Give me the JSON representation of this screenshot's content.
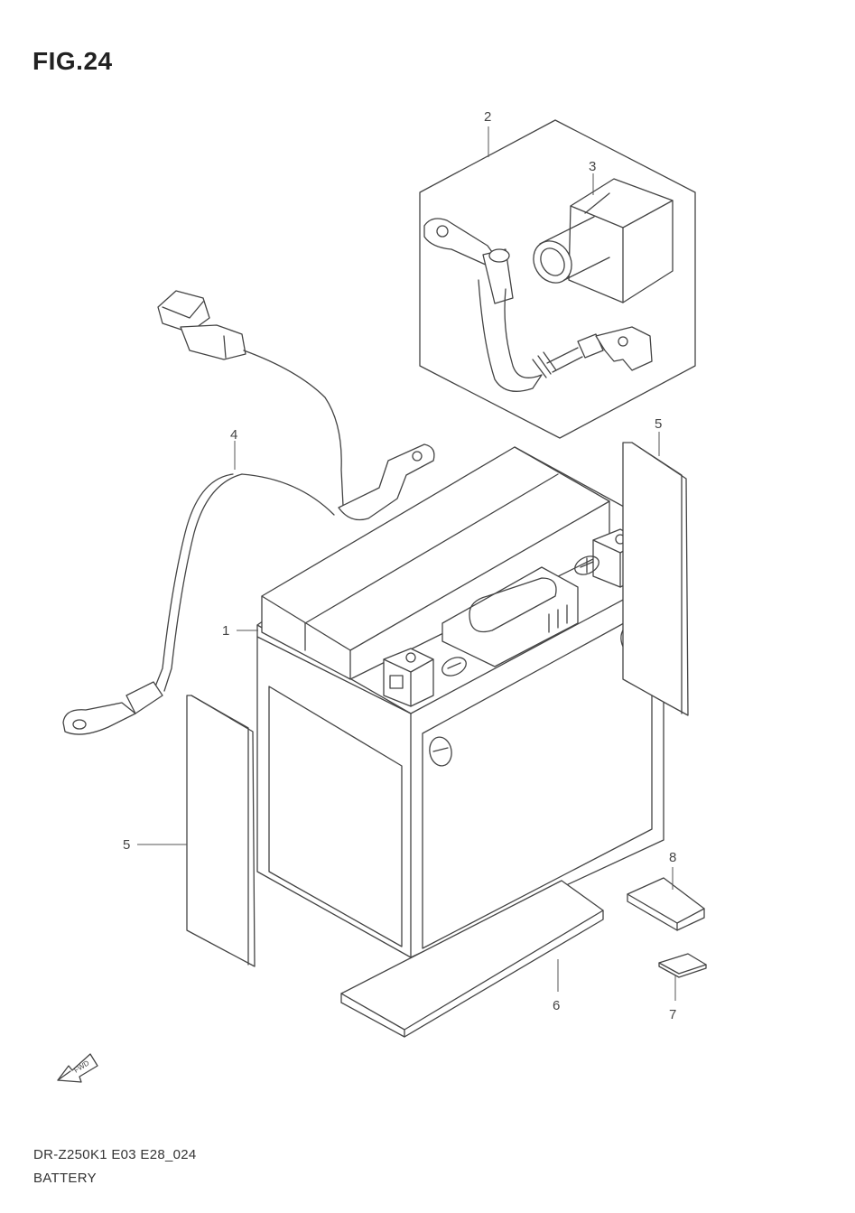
{
  "figure_title": "FIG.24",
  "footer": {
    "model_code": "DR-Z250K1 E03 E28_024",
    "section_name": "BATTERY"
  },
  "callouts": {
    "c1": "1",
    "c2": "2",
    "c3": "3",
    "c4": "4",
    "c5a": "5",
    "c5b": "5",
    "c6": "6",
    "c7": "7",
    "c8": "8"
  },
  "fwd_label": "FWD"
}
